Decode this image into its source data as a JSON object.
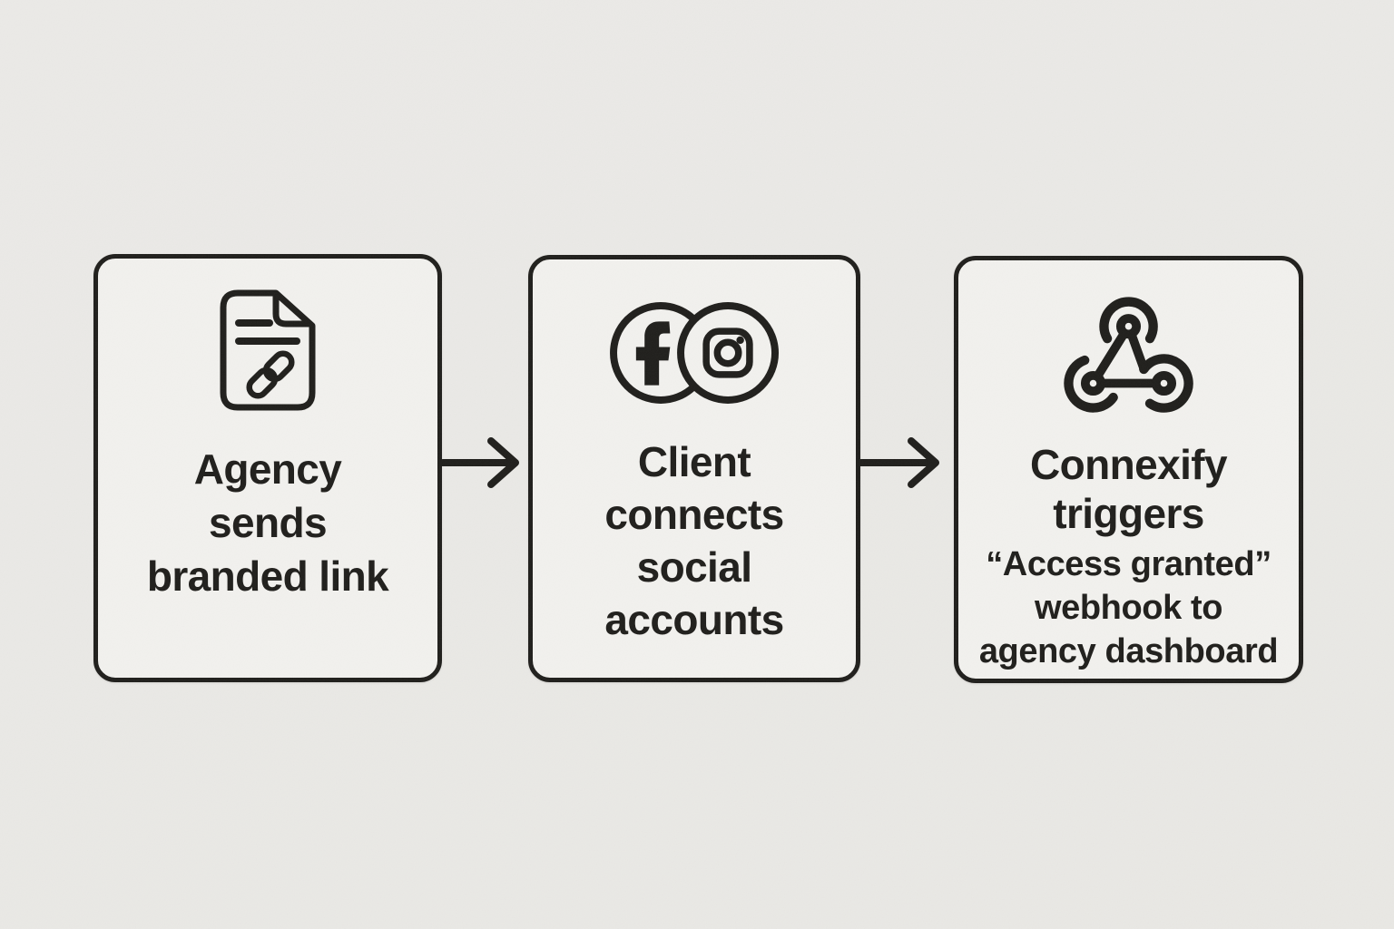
{
  "colors": {
    "background": "#eae9e6",
    "box_fill": "#f2f1ee",
    "ink": "#1f1e1b"
  },
  "diagram": {
    "type": "flowchart",
    "direction": "left-to-right",
    "steps": [
      {
        "icon": "document-link-icon",
        "lines": [
          "Agency",
          "sends",
          "branded link"
        ]
      },
      {
        "icon": "facebook-instagram-icon",
        "lines": [
          "Client",
          "connects",
          "social",
          "accounts"
        ]
      },
      {
        "icon": "webhook-icon",
        "title_lines": [
          "Connexify",
          "triggers"
        ],
        "detail_lines": [
          "“Access granted”",
          "webhook to",
          "agency dashboard"
        ]
      }
    ],
    "connectors": [
      {
        "from": 1,
        "to": 2,
        "type": "arrow-right"
      },
      {
        "from": 2,
        "to": 3,
        "type": "arrow-right"
      }
    ]
  }
}
